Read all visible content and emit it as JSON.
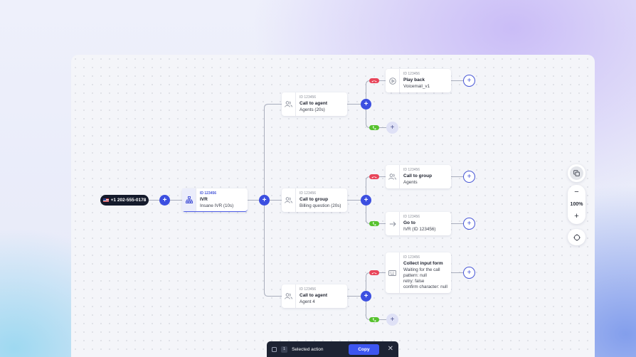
{
  "entry": {
    "phone": "+1 202-555-0178"
  },
  "nodes": {
    "ivr": {
      "id": "ID 123456",
      "title": "IVR",
      "subtitle": "Insane IVR (10s)"
    },
    "agent_top": {
      "id": "ID 123456",
      "title": "Call to agent",
      "subtitle": "Agents (20s)"
    },
    "group_mid": {
      "id": "ID 123456",
      "title": "Call to group",
      "subtitle": "Billing question (20s)"
    },
    "agent_bottom": {
      "id": "ID 123456",
      "title": "Call to agent",
      "subtitle": "Agent 4"
    },
    "playback": {
      "id": "ID 123456",
      "title": "Play back",
      "subtitle": "Voicemail_v1"
    },
    "group_right": {
      "id": "ID 123456",
      "title": "Call to group",
      "subtitle": "Agents"
    },
    "goto": {
      "id": "ID 123456",
      "title": "Go to",
      "subtitle": "IVR (ID 123456)"
    },
    "collect": {
      "id": "ID 123456",
      "title": "Collect input form",
      "lines": [
        "Waiting for the call",
        "pattern: null",
        "retry: false",
        "confirm character: null"
      ]
    }
  },
  "symbols": {
    "plus": "+",
    "minus": "−",
    "close": "✕"
  },
  "zoom": {
    "level": "100%"
  },
  "selection_bar": {
    "count": "1",
    "label": "Selected action",
    "copy_label": "Copy"
  },
  "colors": {
    "accent": "#3c4fe0",
    "declined": "#e8455a",
    "answered": "#57c22f",
    "toolbar_bg": "#1d2333",
    "pill_bg": "#141a2b"
  },
  "icons": {
    "entry": "us-flag-icon",
    "ivr": "sitemap-icon",
    "agent": "users-icon",
    "group": "users-icon",
    "playback": "play-circle-icon",
    "goto": "arrow-right-icon",
    "collect": "keyboard-icon",
    "declined": "phone-hangup-icon",
    "answered": "phone-icon",
    "copy_view": "copy-icon",
    "fit": "fit-view-icon"
  }
}
